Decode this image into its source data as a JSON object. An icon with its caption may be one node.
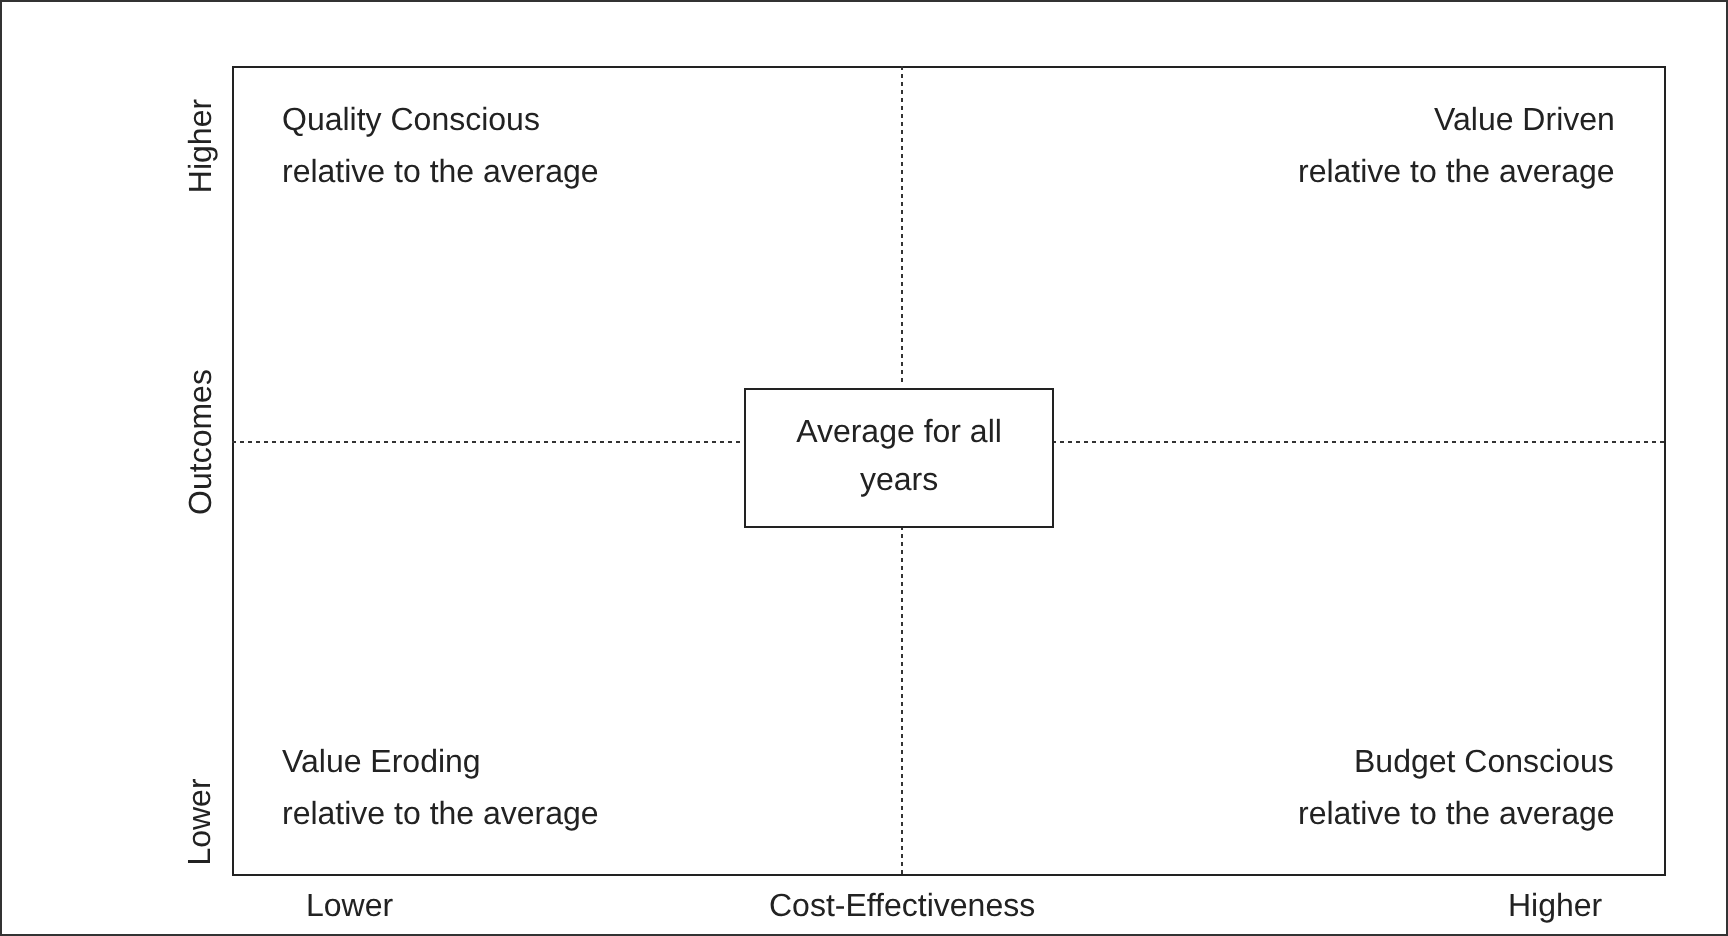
{
  "diagram": {
    "nodes": [
      {
        "text": [],
        "shape": "box"
      },
      {
        "text": [
          "Average for all years"
        ],
        "in": 0
      }
    ],
    "edges": [],
    "labels": [
      "Quality Conscious",
      "relative to the average",
      "Value Driven",
      "relative to the average",
      "Value Eroding",
      "relative to the average",
      "Budget Conscious",
      "relative to the average",
      "Higher",
      "Outcomes",
      "Lower",
      "Lower",
      "Cost-Effectiveness",
      "Higher"
    ]
  }
}
